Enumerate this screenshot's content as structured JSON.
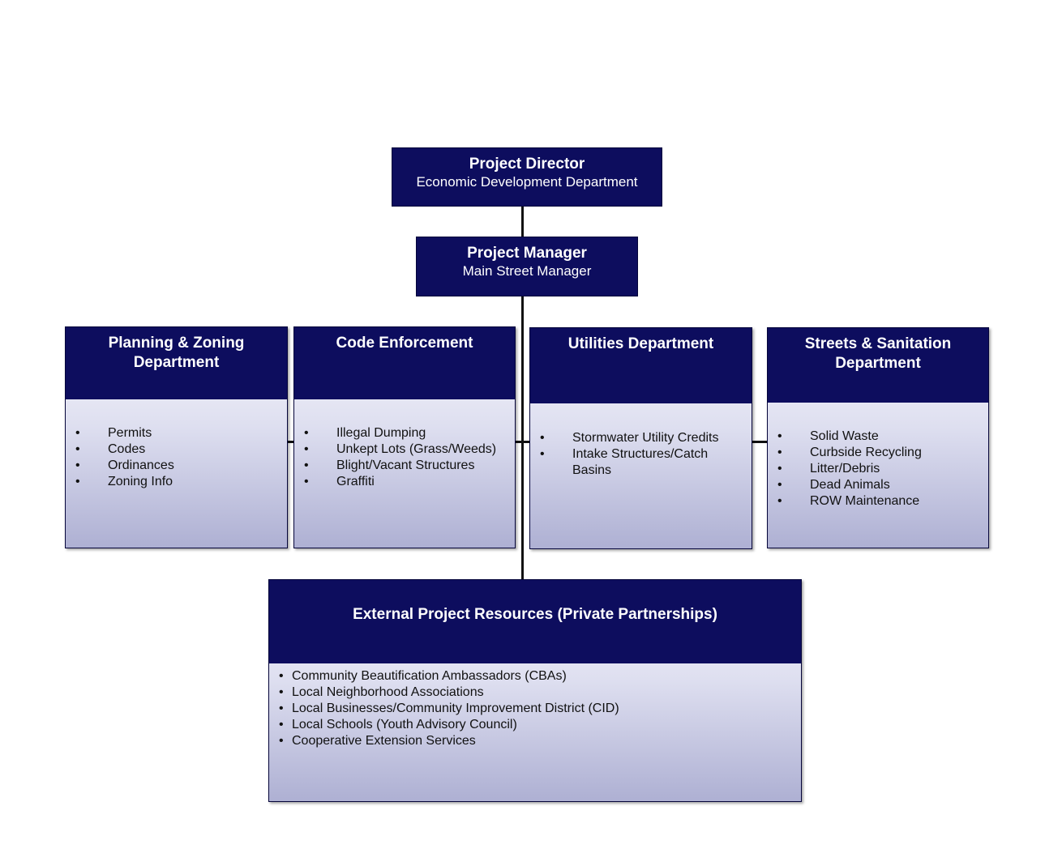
{
  "director": {
    "title": "Project Director",
    "subtitle": "Economic Development Department"
  },
  "manager": {
    "title": "Project Manager",
    "subtitle": "Main Street Manager"
  },
  "departments": [
    {
      "title": "Planning & Zoning Department",
      "items": [
        "Permits",
        "Codes",
        "Ordinances",
        "Zoning Info"
      ]
    },
    {
      "title": "Code Enforcement",
      "items": [
        "Illegal Dumping",
        "Unkept Lots (Grass/Weeds)",
        "Blight/Vacant Structures",
        "Graffiti"
      ]
    },
    {
      "title": "Utilities Department",
      "items": [
        "Stormwater Utility Credits",
        "Intake Structures/Catch Basins"
      ]
    },
    {
      "title": "Streets & Sanitation Department",
      "items": [
        "Solid Waste",
        "Curbside Recycling",
        "Litter/Debris",
        "Dead Animals",
        "ROW Maintenance"
      ]
    }
  ],
  "external": {
    "title": "External Project Resources (Private Partnerships)",
    "items": [
      "Community Beautification Ambassadors (CBAs)",
      "Local Neighborhood Associations",
      "Local Businesses/Community Improvement District (CID)",
      "Local Schools (Youth Advisory Council)",
      "Cooperative Extension Services"
    ]
  },
  "colors": {
    "header_fill": "#0d0d5e",
    "card_gradient_bottom": "#aeb0d3",
    "connector": "#111111"
  }
}
